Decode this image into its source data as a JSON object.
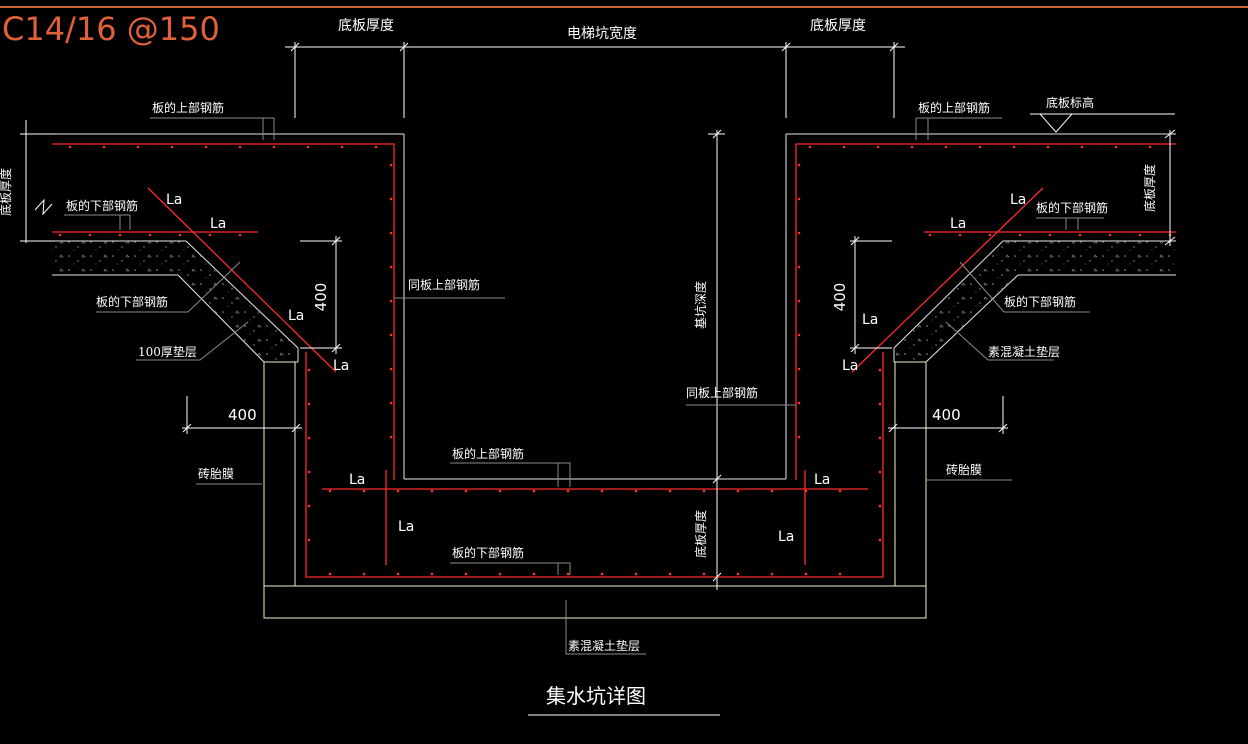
{
  "header_spec": "C14/16 @150",
  "labels": {
    "top_bottom_thickness_left": "底板厚度",
    "top_pit_width": "电梯坑宽度",
    "top_bottom_thickness_right": "底板厚度",
    "bottom_elevation": "底板标高",
    "left_plate_top_rebar": "板的上部钢筋",
    "right_plate_top_rebar": "板的上部钢筋",
    "left_side_thickness": "底板厚度",
    "right_side_thickness": "底板厚度",
    "left_plate_bottom_rebar": "板的下部钢筋",
    "right_plate_bottom_rebar": "板的下部钢筋",
    "left_slope_bottom_rebar": "板的下部钢筋",
    "right_slope_bottom_rebar": "板的下部钢筋",
    "left_cushion": "100厚垫层",
    "right_cushion": "素混凝土垫层",
    "same_plate_top_rebar_left": "同板上部钢筋",
    "same_plate_top_rebar_right": "同板上部钢筋",
    "pit_depth": "基坑深度",
    "pit_floor_top_rebar": "板的上部钢筋",
    "pit_floor_bottom_rebar": "板的下部钢筋",
    "pit_bottom_thickness": "底板厚度",
    "left_brick_form": "砖胎膜",
    "right_brick_form": "砖胎膜",
    "base_cushion": "素混凝土垫层",
    "drawing_title": "集水坑详图"
  },
  "dimensions": {
    "left_vertical": "400",
    "right_vertical": "400",
    "left_horizontal": "400",
    "right_horizontal": "400"
  },
  "la_label": "La",
  "colors": {
    "background": "#000000",
    "linework": "#ffffff",
    "rebar": "#ff2a2a",
    "outline": "#f2efc0",
    "spec_text": "#e0603a"
  }
}
